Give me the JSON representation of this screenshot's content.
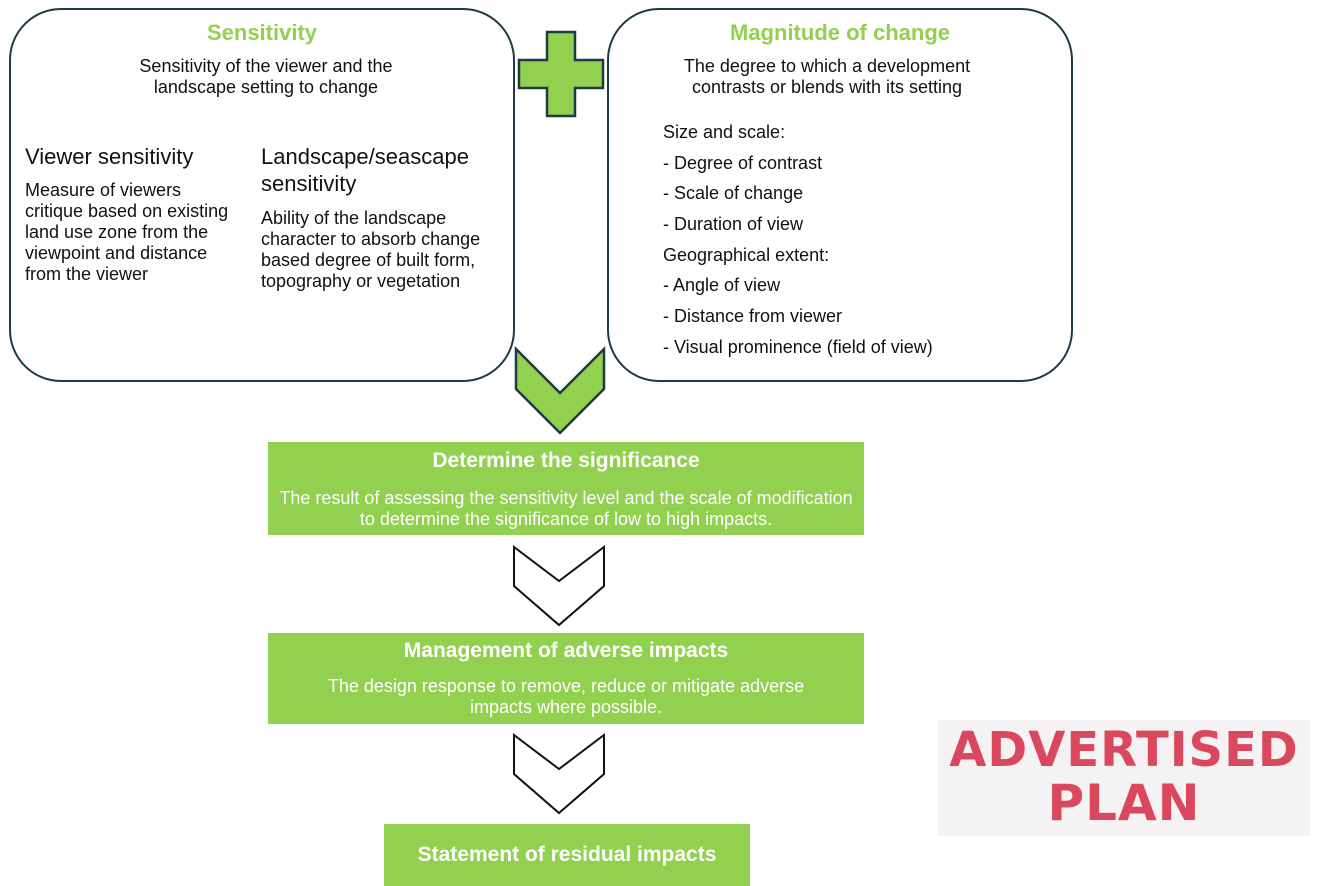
{
  "sensitivity": {
    "title": "Sensitivity",
    "description": "Sensitivity of the viewer and the landscape setting to change",
    "viewer": {
      "heading": "Viewer sensitivity",
      "text": "Measure of viewers critique based on existing land use zone from the viewpoint and distance from the viewer"
    },
    "landscape": {
      "heading": "Landscape/seascape sensitivity",
      "text": "Ability of the landscape character to absorb change based degree of built form, topography or vegetation"
    }
  },
  "magnitude": {
    "title": "Magnitude of change",
    "description": "The degree to which a development contrasts or blends with its setting",
    "items": [
      "Size and scale:",
      "- Degree of contrast",
      "- Scale of change",
      "- Duration of view",
      "Geographical extent:",
      "- Angle of view",
      "- Distance from viewer",
      "- Visual prominence (field of view)"
    ]
  },
  "steps": [
    {
      "title": "Determine the significance",
      "text": "The result of assessing the sensitivity level and the scale of modification to determine the significance of low to high impacts."
    },
    {
      "title": "Management of adverse impacts",
      "text": "The design response to remove, reduce or mitigate adverse impacts where possible."
    },
    {
      "title": "Statement of residual impacts",
      "text": ""
    }
  ],
  "stamp": {
    "line1": "ADVERTISED",
    "line2": "PLAN"
  },
  "colors": {
    "accent_green": "#92d050",
    "border": "#1f3a44",
    "stamp_red": "#d9485d"
  },
  "icons": [
    "plus-icon",
    "chevron-down-icon"
  ]
}
